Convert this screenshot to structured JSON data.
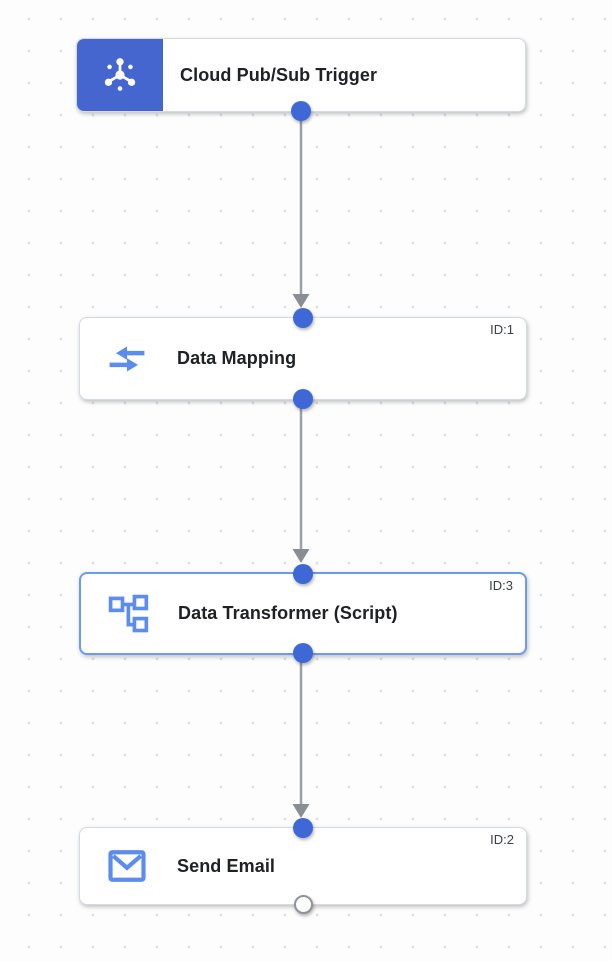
{
  "canvas": {
    "background_color": "#FDFDFD",
    "grid_dot_color": "#DCDCDC"
  },
  "colors": {
    "trigger_badge_blue": "#4566CE",
    "port_blue": "#3E68D6",
    "edge_gray": "#9AA0A6",
    "arrowhead_gray": "#888E94",
    "icon_blue": "#5C8DEE",
    "selected_border_blue": "#6B9BEF",
    "node_border_gray": "#D6D9DD",
    "title_color": "#202124",
    "id_label_color": "#3C4043"
  },
  "nodes": [
    {
      "title": "Cloud Pub/Sub Trigger",
      "id_label": "",
      "icon": "pubsub-trigger-icon",
      "kind": "trigger",
      "selected": false
    },
    {
      "title": "Data Mapping",
      "id_label": "ID:1",
      "icon": "data-mapping-icon",
      "kind": "task",
      "selected": false
    },
    {
      "title": "Data Transformer (Script)",
      "id_label": "ID:3",
      "icon": "data-transformer-icon",
      "kind": "task",
      "selected": true
    },
    {
      "title": "Send Email",
      "id_label": "ID:2",
      "icon": "send-email-icon",
      "kind": "task",
      "selected": false
    }
  ],
  "edges": [
    {
      "from": "Cloud Pub/Sub Trigger",
      "to": "Data Mapping"
    },
    {
      "from": "Data Mapping",
      "to": "Data Transformer (Script)"
    },
    {
      "from": "Data Transformer (Script)",
      "to": "Send Email"
    }
  ]
}
